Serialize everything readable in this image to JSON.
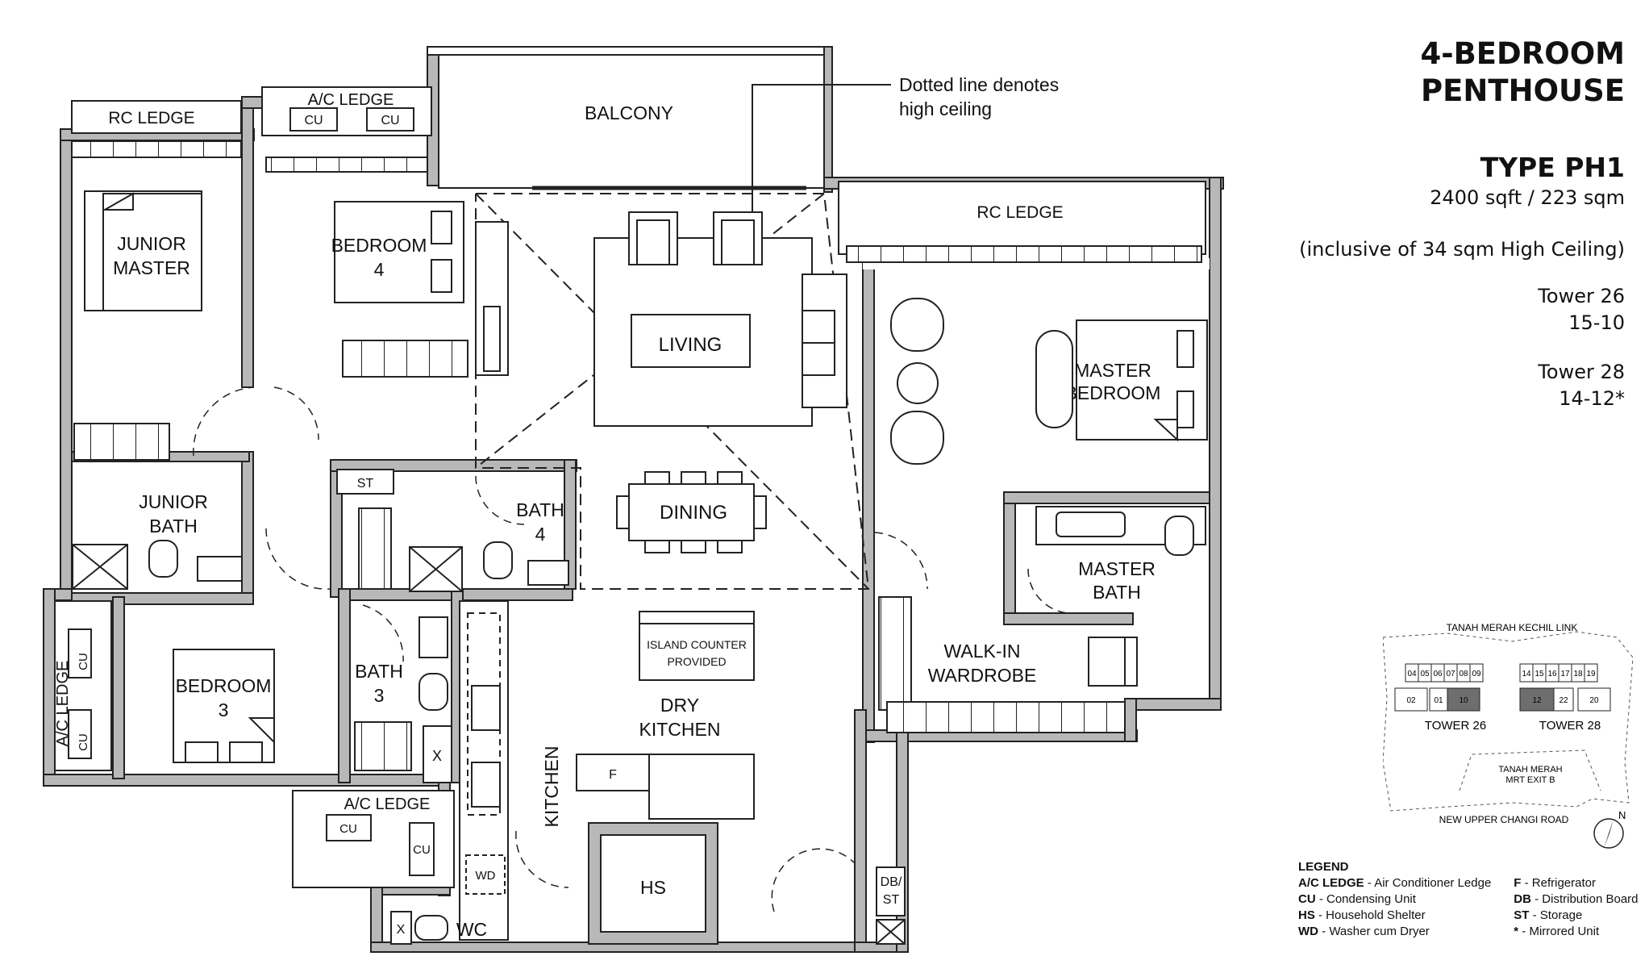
{
  "header": {
    "line1": "4-BEDROOM",
    "line2": "PENTHOUSE",
    "type": "TYPE PH1",
    "area": "2400 sqft / 223 sqm",
    "note": "(inclusive of 34 sqm High Ceiling)",
    "tower1": "Tower 26",
    "units1": "15-10",
    "tower2": "Tower 28",
    "units2": "14-12*"
  },
  "labels": {
    "rc_ledge_left": "RC LEDGE",
    "ac_ledge_top": "A/C LEDGE",
    "cu": "CU",
    "balcony": "BALCONY",
    "dotted_note_1": "Dotted line denotes",
    "dotted_note_2": "high ceiling",
    "rc_ledge_right": "RC LEDGE",
    "junior_master_1": "JUNIOR",
    "junior_master_2": "MASTER",
    "bedroom4_1": "BEDROOM",
    "bedroom4_2": "4",
    "living": "LIVING",
    "master_bedroom_1": "MASTER",
    "master_bedroom_2": "BEDROOM",
    "junior_bath_1": "JUNIOR",
    "junior_bath_2": "BATH",
    "st": "ST",
    "bath4_1": "BATH",
    "bath4_2": "4",
    "dining": "DINING",
    "master_bath_1": "MASTER",
    "master_bath_2": "BATH",
    "island_1": "ISLAND COUNTER",
    "island_2": "PROVIDED",
    "dry_kitchen_1": "DRY",
    "dry_kitchen_2": "KITCHEN",
    "walkin_1": "WALK-IN",
    "walkin_2": "WARDROBE",
    "bedroom3_1": "BEDROOM",
    "bedroom3_2": "3",
    "bath3_1": "BATH",
    "bath3_2": "3",
    "ac_ledge_left": "A/C LEDGE",
    "kitchen": "KITCHEN",
    "fridge": "F",
    "ac_ledge_bottom": "A/C LEDGE",
    "hs": "HS",
    "wd": "WD",
    "wc": "WC",
    "dbst_1": "DB/",
    "dbst_2": "ST",
    "x": "X"
  },
  "keyplan": {
    "road_top": "TANAH MERAH KECHIL LINK",
    "units_top_left": [
      "04",
      "05",
      "06",
      "07",
      "08",
      "09"
    ],
    "units_top_right": [
      "14",
      "15",
      "16",
      "17",
      "18",
      "19"
    ],
    "units_bottom_left": [
      "02",
      "01",
      "10"
    ],
    "units_bottom_right": [
      "12",
      "22",
      "20"
    ],
    "tower_left": "TOWER 26",
    "tower_right": "TOWER 28",
    "mrt_1": "TANAH MERAH",
    "mrt_2": "MRT EXIT B",
    "road_bottom": "NEW UPPER CHANGI ROAD",
    "north": "N",
    "highlight_color": "#6e6e6e"
  },
  "legend": {
    "title": "LEGEND",
    "left": [
      {
        "code": "A/C LEDGE",
        "desc": " - Air Conditioner Ledge"
      },
      {
        "code": "CU",
        "desc": " - Condensing Unit"
      },
      {
        "code": "HS",
        "desc": " - Household Shelter"
      },
      {
        "code": "WD",
        "desc": " - Washer cum Dryer"
      }
    ],
    "right": [
      {
        "code": "F",
        "desc": " - Refrigerator"
      },
      {
        "code": "DB",
        "desc": " - Distribution Board"
      },
      {
        "code": "ST",
        "desc": " - Storage"
      },
      {
        "code": "*",
        "desc": " - Mirrored Unit"
      }
    ]
  },
  "colors": {
    "wall": "#b8b8b8",
    "line": "#222222"
  }
}
